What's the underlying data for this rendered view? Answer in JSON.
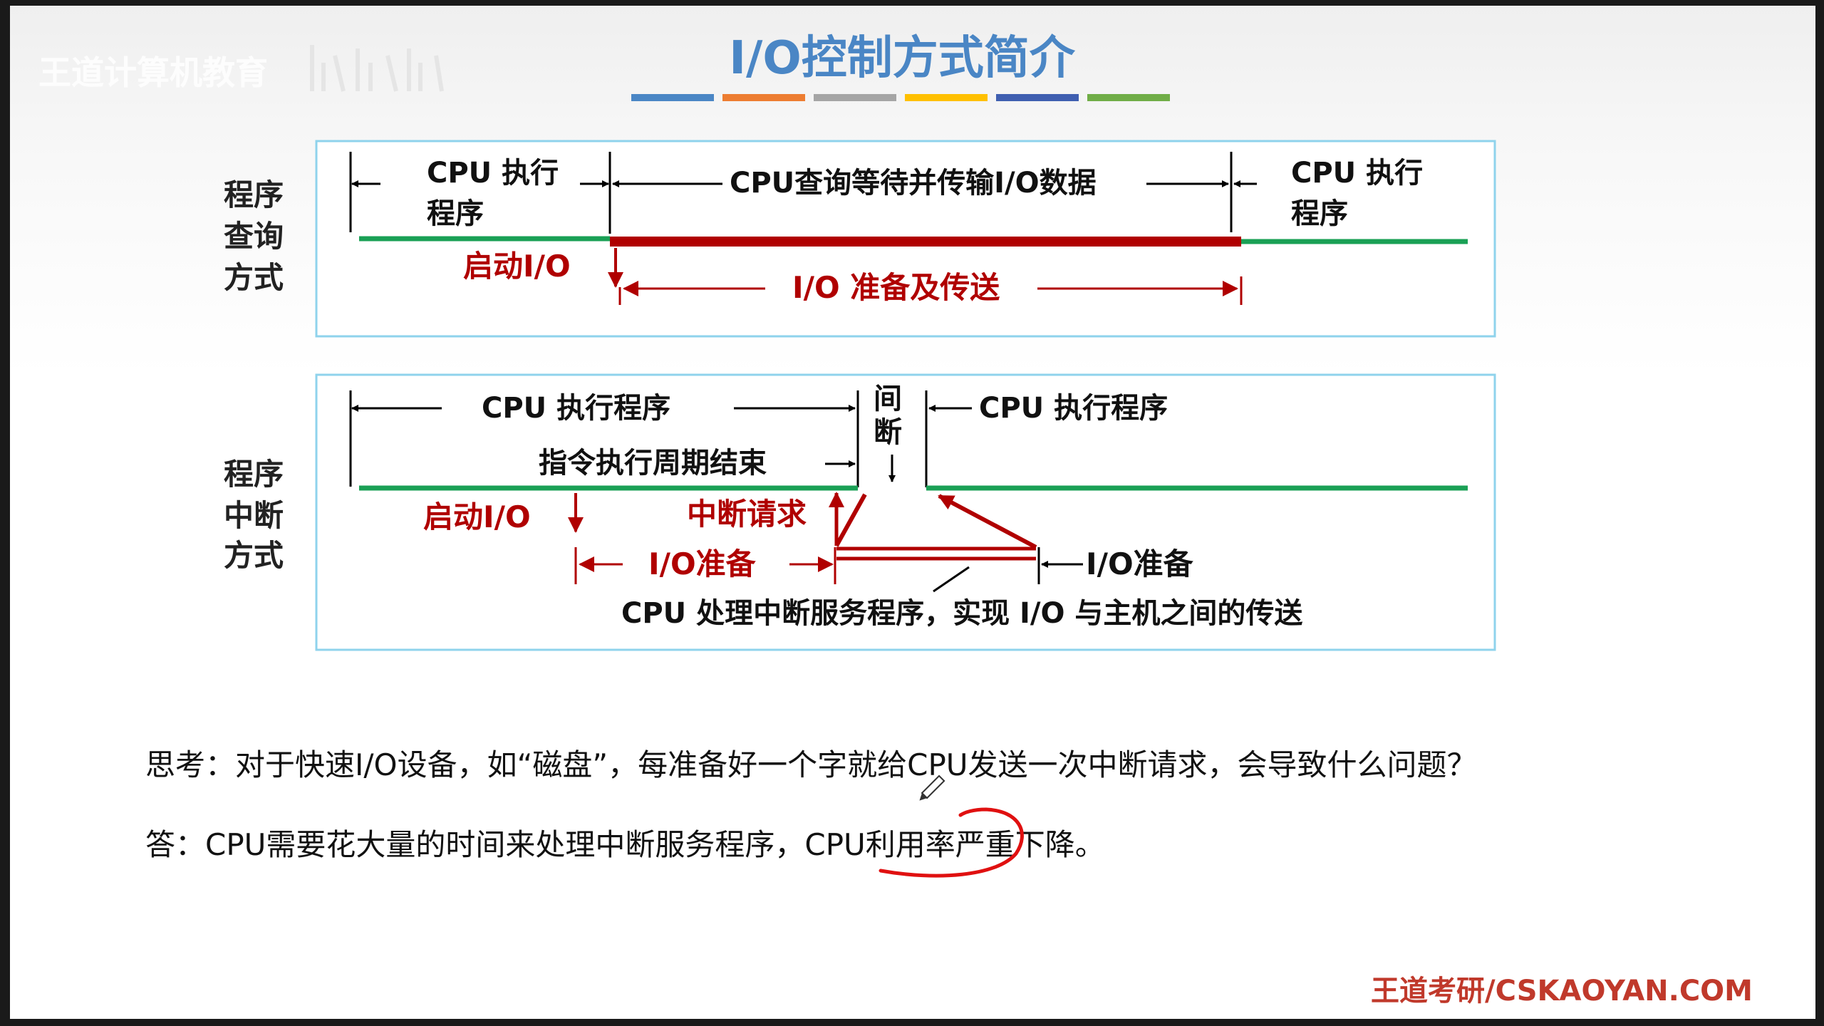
{
  "watermark": {
    "brand": "王道计算机教育",
    "platform_logo": "bilibili"
  },
  "slide_title": "I/O控制方式简介",
  "title_bar_colors": [
    "#4a86c5",
    "#ed7d31",
    "#a5a5a5",
    "#ffc000",
    "#3f5fb0",
    "#70ad47"
  ],
  "polling": {
    "side_label": [
      "程序",
      "查询",
      "方式"
    ],
    "cpu_exec_left": [
      "CPU 执行",
      "程序"
    ],
    "query_transfer": "CPU查询等待并传输I/O数据",
    "cpu_exec_right": [
      "CPU  执行",
      "程序"
    ],
    "start_io": "启动I/O",
    "io_prepare_transfer": "I/O 准备及传送"
  },
  "interrupt": {
    "side_label": [
      "程序",
      "中断",
      "方式"
    ],
    "cpu_exec_left": "CPU  执行程序",
    "break_label": [
      "间",
      "断"
    ],
    "cpu_exec_right": "CPU  执行程序",
    "instr_cycle_end": "指令执行周期结束",
    "start_io": "启动I/O",
    "interrupt_request": "中断请求",
    "io_prepare_left": "I/O准备",
    "io_prepare_right": "I/O准备",
    "handler_note": "CPU 处理中断服务程序，实现 I/O 与主机之间的传送"
  },
  "question": "思考：对于快速I/O设备，如“磁盘”，每准备好一个字就给CPU发送一次中断请求，会导致什么问题？",
  "answer": "答：CPU需要花大量的时间来处理中断服务程序，CPU利用率严重下降。",
  "footer_brand": "王道考研/CSKAOYAN.COM",
  "colors": {
    "green_line": "#1aa055",
    "red": "#b00000",
    "box_border": "#8fd3ec",
    "footer": "#c0392b",
    "title": "#4a86c5"
  }
}
